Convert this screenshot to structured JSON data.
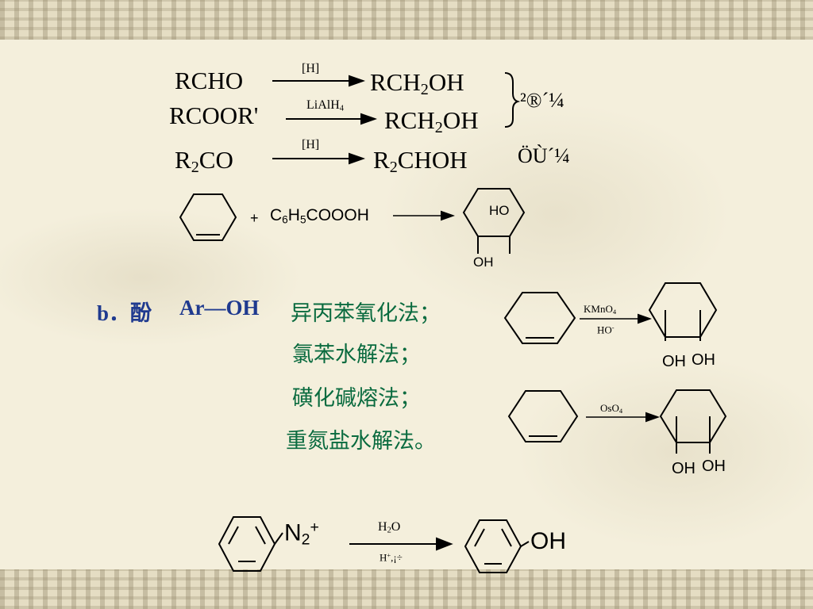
{
  "reactions": {
    "r1": {
      "reactant": "RCHO",
      "reagent": "[H]",
      "product": "RCH",
      "product_sub": "2",
      "product_tail": "OH"
    },
    "r2": {
      "reactant": "RCOOR'",
      "reagent": "LiAlH",
      "reagent_sub": "4",
      "product": "RCH",
      "product_sub": "2",
      "product_tail": "OH"
    },
    "bracket_label": "²®´¼",
    "r3": {
      "reactant_r": "R",
      "reactant_sub": "2",
      "reactant_tail": "CO",
      "reagent": "[H]",
      "product_r": "R",
      "product_sub": "2",
      "product_tail": "CHOH",
      "label": "ÖÙ´¼"
    },
    "epox": {
      "plus": "+",
      "reagent_pre": "C",
      "sub1": "6",
      "mid": "H",
      "sub2": "5",
      "post": "COOOH",
      "ho": "HO",
      "oh": "OH"
    }
  },
  "phenol": {
    "b_label": "b．酚",
    "ar_oh": "Ar—OH",
    "methods": [
      "异丙苯氧化法；",
      "氯苯水解法；",
      "磺化碱熔法；",
      "重氮盐水解法。"
    ]
  },
  "kmno4": {
    "reagent": "KMnO",
    "reagent_sub": "4",
    "below": "HO",
    "below_sup": "-",
    "oh1": "OH",
    "oh2": "OH"
  },
  "oso4": {
    "reagent": "OsO",
    "reagent_sub": "4",
    "oh1": "OH",
    "oh2": "OH"
  },
  "diazo": {
    "n": "N",
    "n_sub": "2",
    "n_sup": "+",
    "reagent": "H",
    "reagent_sub": "2",
    "reagent_tail": "O",
    "below": "H",
    "below_sup": "+",
    "below_tail": ",¡÷",
    "product": "OH"
  }
}
